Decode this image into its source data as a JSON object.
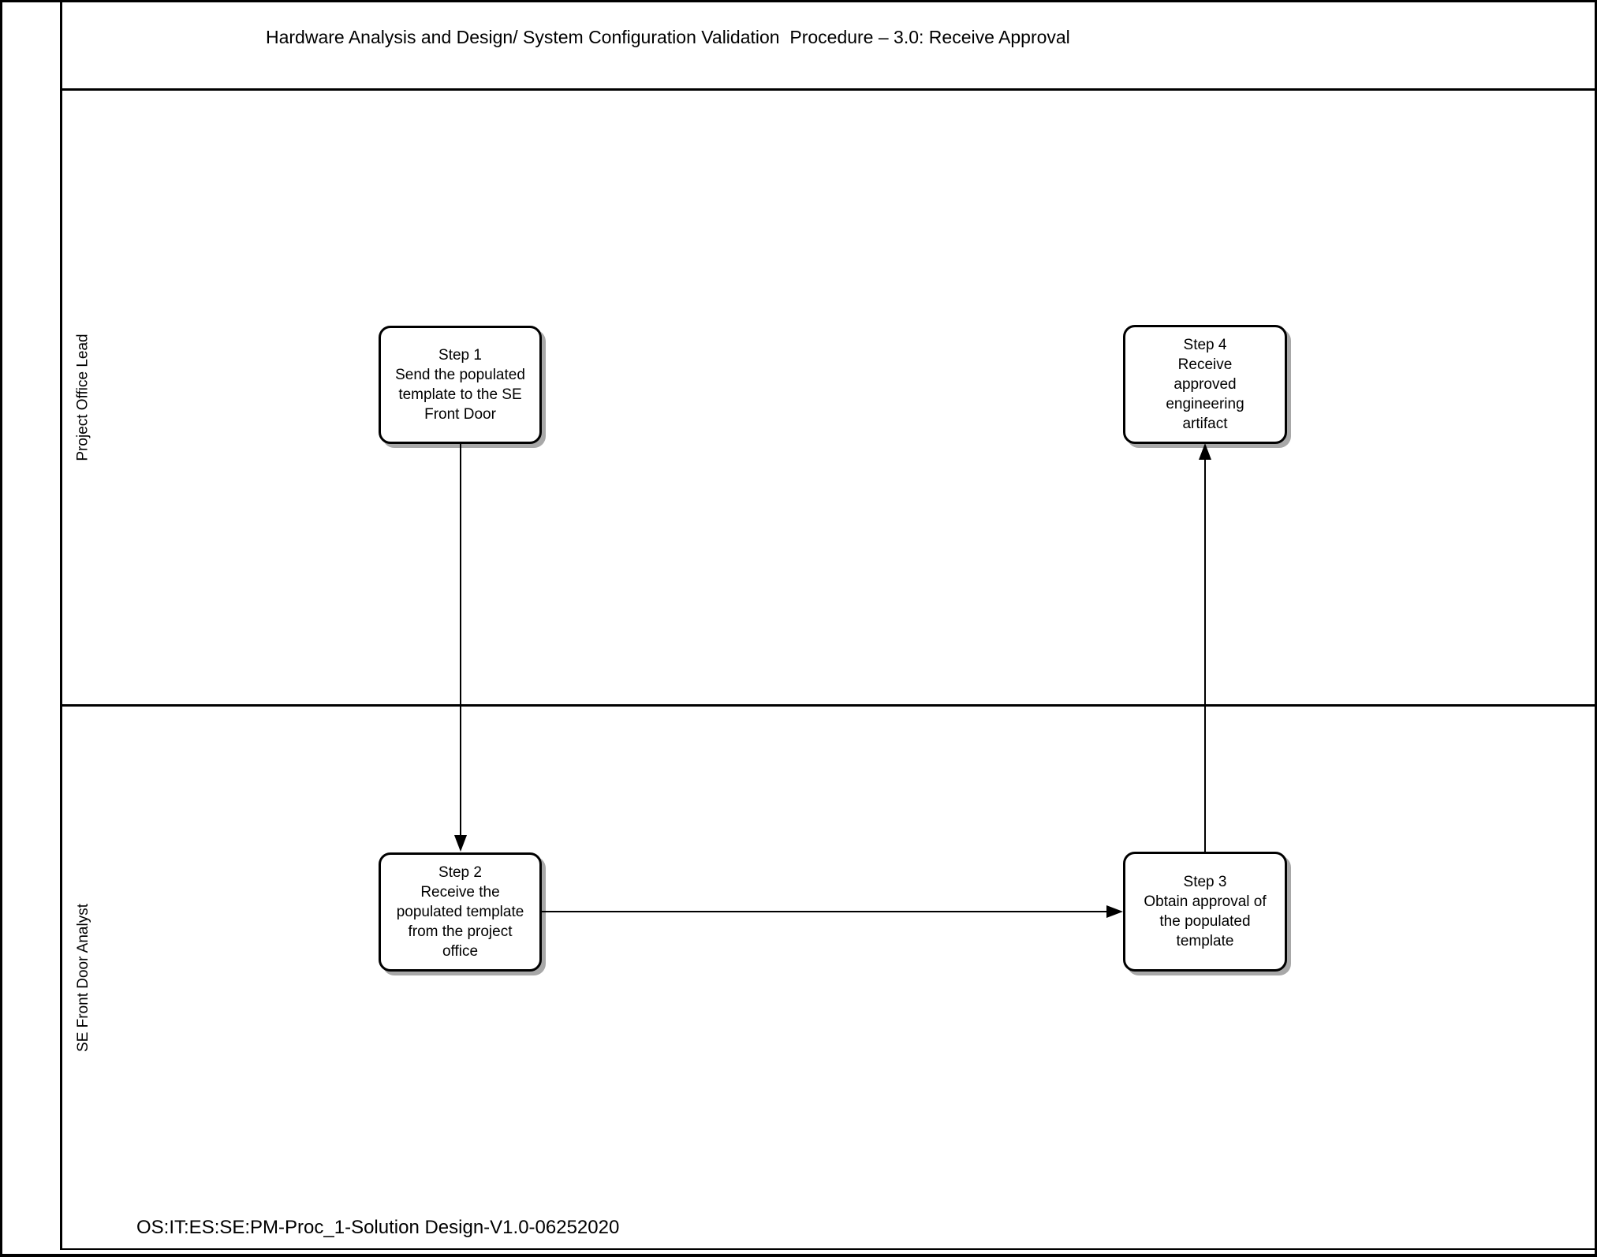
{
  "page": {
    "title": "Hardware Analysis and Design/ System Configuration Validation  Procedure – 3.0: Receive Approval",
    "footer": "OS:IT:ES:SE:PM-Proc_1-Solution Design-V1.0-06252020"
  },
  "lanes": [
    {
      "label": "Project Office Lead"
    },
    {
      "label": "SE Front Door Analyst"
    }
  ],
  "steps": [
    {
      "title": "Step 1",
      "description": "Send the populated\ntemplate to the SE\nFront Door",
      "lane": "Project Office Lead"
    },
    {
      "title": "Step 2",
      "description": "Receive the\npopulated template\nfrom the project\noffice",
      "lane": "SE Front Door Analyst"
    },
    {
      "title": "Step 3",
      "description": "Obtain approval of\nthe populated\ntemplate",
      "lane": "SE Front Door Analyst"
    },
    {
      "title": "Step 4",
      "description": "Receive\napproved\nengineering\nartifact",
      "lane": "Project Office Lead"
    }
  ],
  "flows": [
    {
      "from": "Step 1",
      "to": "Step 2",
      "direction": "down"
    },
    {
      "from": "Step 2",
      "to": "Step 3",
      "direction": "right"
    },
    {
      "from": "Step 3",
      "to": "Step 4",
      "direction": "up"
    }
  ],
  "colors": {
    "line": "#000000",
    "text": "#000000",
    "box_fill": "#ffffff",
    "box_shadow": "#a8a8a8",
    "background": "#ffffff"
  }
}
